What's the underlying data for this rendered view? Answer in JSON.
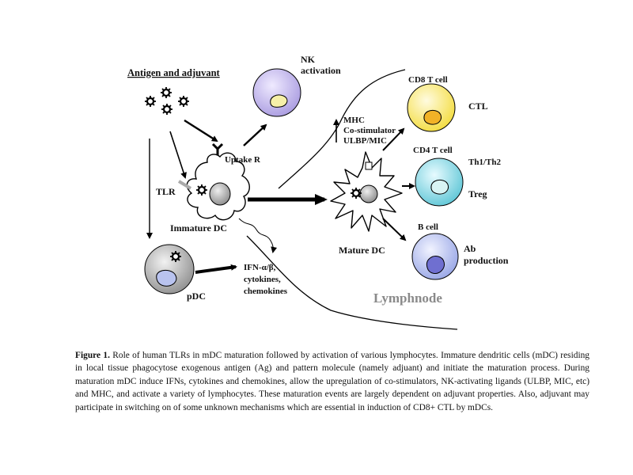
{
  "diagram": {
    "title": "Antigen and adjuvant",
    "labels": {
      "nk_activation_1": "NK",
      "nk_activation_2": "activation",
      "uptake_r": "Uptake R",
      "tlr": "TLR",
      "immature_dc": "Immature DC",
      "pdc": "pDC",
      "ifn_1": "IFN-α/β,",
      "ifn_2": "cytokines,",
      "ifn_3": "chemokines",
      "mhc_1": "MHC",
      "mhc_2": "Co-stimulator",
      "mhc_3": "ULBP/MIC",
      "mature_dc": "Mature DC",
      "lymphnode": "Lymphnode",
      "cd8_t_cell": "CD8 T cell",
      "ctl": "CTL",
      "cd4_t_cell": "CD4 T cell",
      "th1_th2": "Th1/Th2",
      "treg": "Treg",
      "b_cell": "B cell",
      "ab_1": "Ab",
      "ab_2": "production"
    },
    "colors": {
      "nk_cell": "#a99be0",
      "cd8_cell": "#f3dc3e",
      "cd4_cell": "#5fc6d6",
      "b_cell": "#98a6e6",
      "pdc_cell": "#9a9a9a",
      "lymphnode_text": "#8a8a8a"
    }
  },
  "caption": {
    "figure_label": "Figure 1.",
    "text": "Role of human TLRs in mDC maturation followed by activation of various lymphocytes. Immature dendritic cells (mDC) residing in local tissue phagocytose exogenous antigen (Ag) and pattern molecule (namely adjuant) and initiate the maturation process. During maturation mDC induce IFNs, cytokines and chemokines, allow the upregulation of co-stimulators, NK-activating ligands (ULBP, MIC, etc) and MHC, and activate a variety of lymphocytes. These maturation events are largely dependent on adjuvant properties. Also, adjuvant may participate in switching on of some unknown mechanisms which are essential in induction of CD8+ CTL by mDCs."
  }
}
